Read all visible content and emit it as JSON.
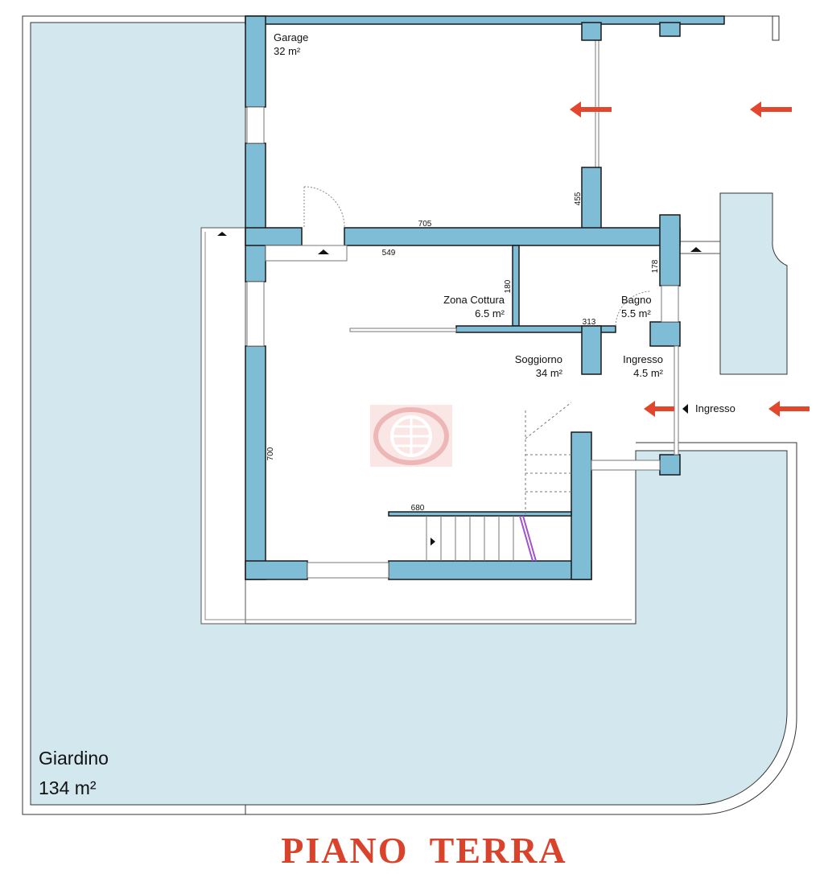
{
  "title": "PIANO  TERRA",
  "rooms": {
    "garage": {
      "name": "Garage",
      "area": "32 m²"
    },
    "zona_cottura": {
      "name": "Zona Cottura",
      "area": "6.5 m²"
    },
    "bagno": {
      "name": "Bagno",
      "area": "5.5 m²"
    },
    "soggiorno": {
      "name": "Soggiorno",
      "area": "34 m²"
    },
    "ingresso": {
      "name": "Ingresso",
      "area": "4.5 m²"
    },
    "giardino": {
      "name": "Giardino",
      "area": "134 m²"
    }
  },
  "entrance_label": "Ingresso",
  "dimensions": {
    "d705": "705",
    "d549": "549",
    "d455": "455",
    "d180": "180",
    "d178": "178",
    "d313": "313",
    "d700": "700",
    "d680": "680"
  },
  "colors": {
    "wall": "#7fbcd6",
    "garden": "#d3e8ee",
    "arrow": "#e2472e",
    "title": "#d9432b"
  }
}
